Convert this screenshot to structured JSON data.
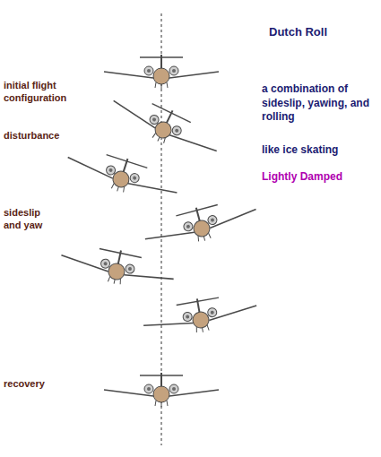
{
  "diagram": {
    "title": "Dutch Roll",
    "labels": [
      "initial flight configuration",
      "a combination of sideslip, yawing, and rolling",
      "disturbance",
      "like ice skating",
      "Lightly Damped",
      "sideslip and yaw",
      "recovery"
    ]
  }
}
